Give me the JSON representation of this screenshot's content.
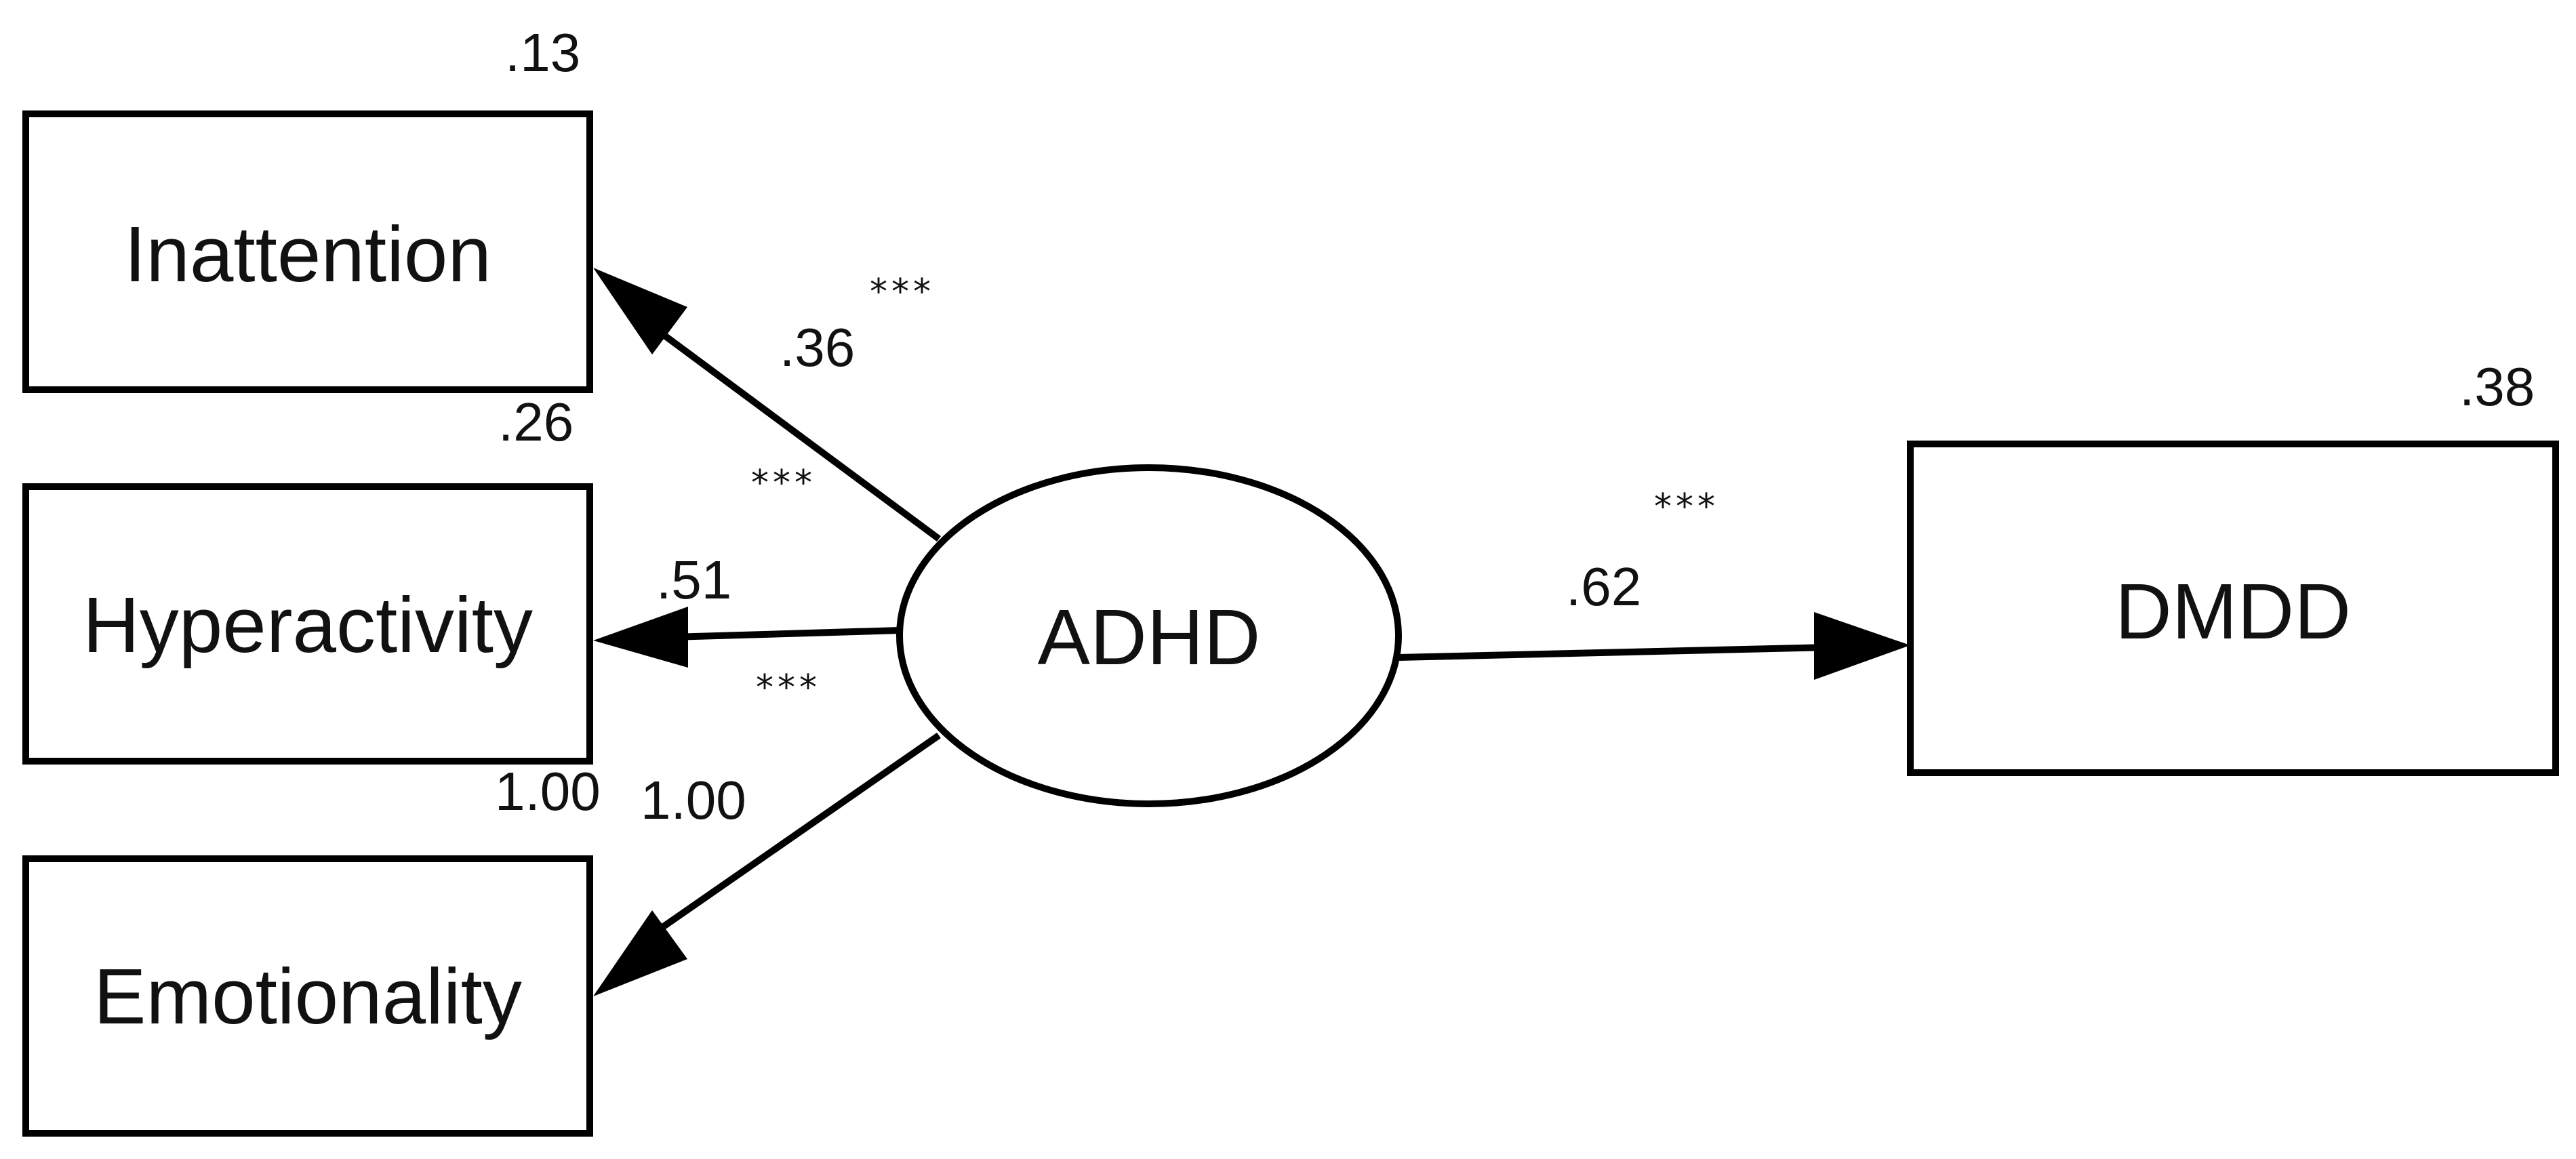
{
  "nodes": {
    "inattention": {
      "label": "Inattention",
      "r2": ".13"
    },
    "hyperactivity": {
      "label": "Hyperactivity",
      "r2": ".26"
    },
    "emotionality": {
      "label": "Emotionality",
      "r2": "1.00"
    },
    "adhd": {
      "label": "ADHD"
    },
    "dmdd": {
      "label": "DMDD",
      "r2": ".38"
    }
  },
  "paths": {
    "adhd_inattention": {
      "coef": ".36",
      "sig": "***"
    },
    "adhd_hyperactivity": {
      "coef": ".51",
      "sig": "***"
    },
    "adhd_emotionality": {
      "coef": "1.00"
    },
    "adhd_dmdd": {
      "coef": ".62",
      "sig": "***"
    }
  },
  "extra_sig": "***"
}
